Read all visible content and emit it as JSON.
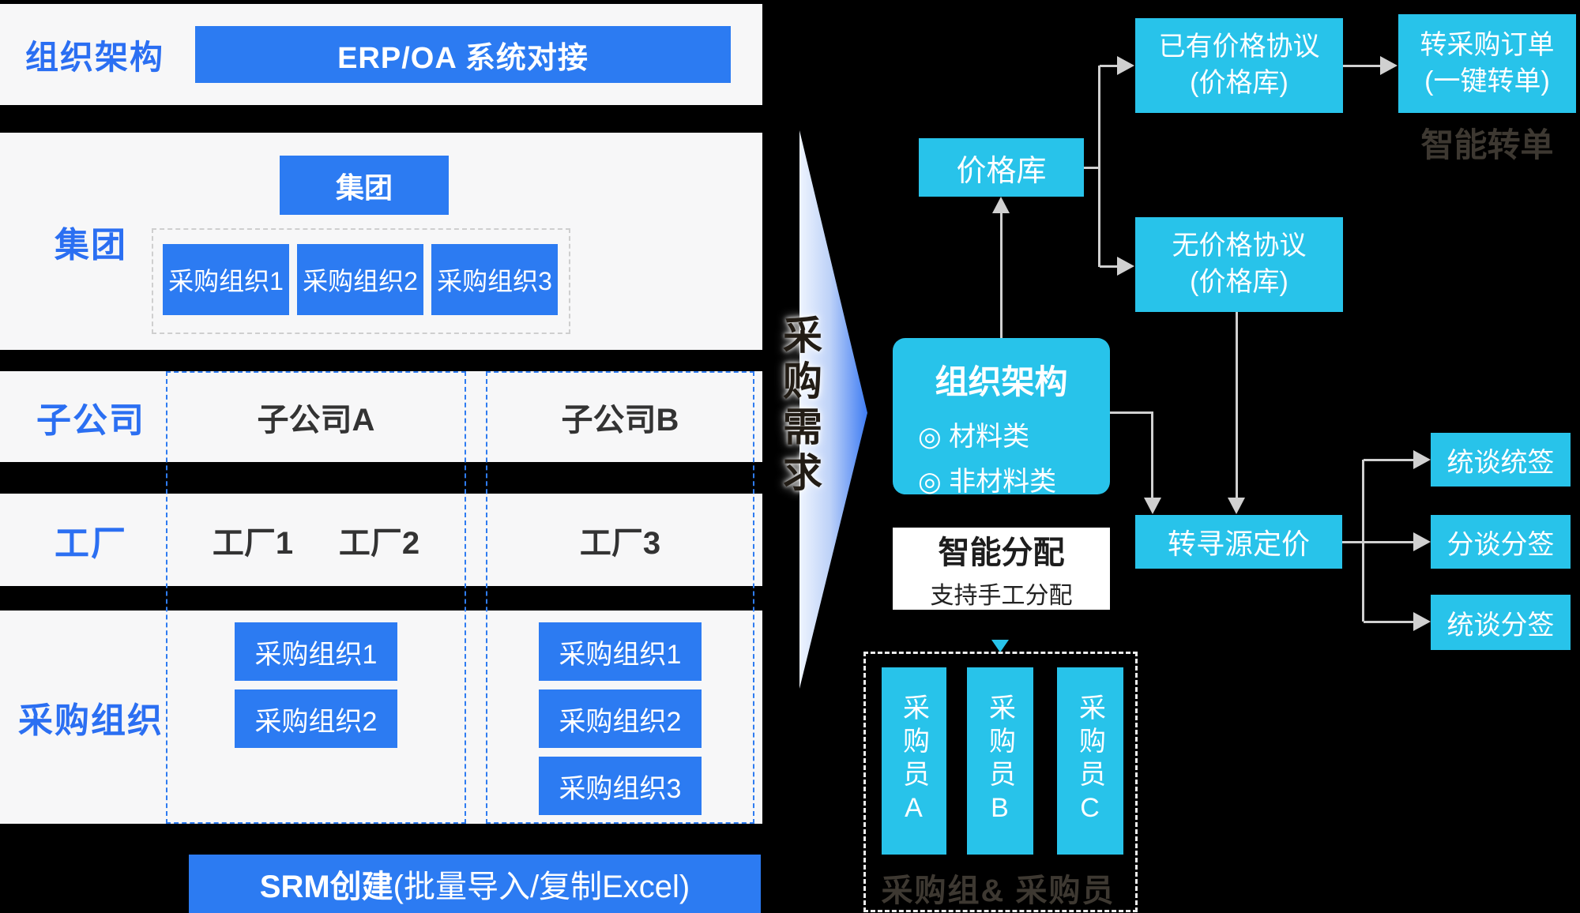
{
  "colors": {
    "background": "#000000",
    "panel_bg": "#F7F7F8",
    "blue": "#2C7BF2",
    "label_blue": "#2B6FF2",
    "cyan": "#28C3EA",
    "connector_gray": "#D0D0D0",
    "dark_label": "#3D3831"
  },
  "left_panel": {
    "org_row": {
      "label": "组织架构",
      "erp_button": "ERP/OA 系统对接"
    },
    "group_row": {
      "label": "集团",
      "group_box": "集团",
      "purchase_orgs": [
        "采购组织1",
        "采购组织2",
        "采购组织3"
      ]
    },
    "subsidiary_row": {
      "label": "子公司",
      "subsidiary_a": "子公司A",
      "subsidiary_b": "子公司B"
    },
    "factory_row": {
      "label": "工厂",
      "factory_1": "工厂1",
      "factory_2": "工厂2",
      "factory_3": "工厂3"
    },
    "purchase_org_row": {
      "label": "采购组织",
      "col_a": [
        "采购组织1",
        "采购组织2"
      ],
      "col_b": [
        "采购组织1",
        "采购组织2",
        "采购组织3"
      ]
    },
    "srm_bar": {
      "title_bold": "SRM创建",
      "title_rest": "(批量导入/复制Excel)"
    }
  },
  "arrow": {
    "label": "采购需求"
  },
  "flow": {
    "price_library": "价格库",
    "has_price_agreement": {
      "lines": [
        "已有价格协议",
        "(价格库)"
      ]
    },
    "transfer_po": {
      "lines": [
        "转采购订单",
        "(一键转单)"
      ]
    },
    "smart_transfer_label": "智能转单",
    "no_price_agreement": {
      "lines": [
        "无价格协议",
        "(价格库)"
      ]
    },
    "org_structure": {
      "title": "组织架构",
      "bullet_1": "◎ 材料类",
      "bullet_2": "◎ 非材料类"
    },
    "smart_assign": {
      "title": "智能分配",
      "subtitle": "支持手工分配"
    },
    "to_sourcing": "转寻源定价",
    "sign_mode_1": "统谈统签",
    "sign_mode_2": "分谈分签",
    "sign_mode_3": "统谈分签",
    "buyer_a": "采购员A",
    "buyer_b": "采购员B",
    "buyer_c": "采购员C",
    "buyer_group_label": "采购组& 采购员"
  }
}
